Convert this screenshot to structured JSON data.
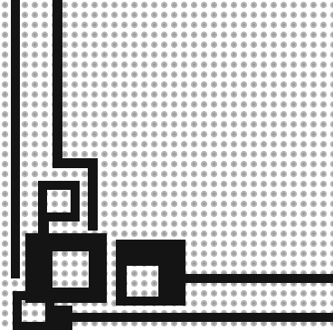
{
  "image": {
    "subject": "cross-stitch-corner-border-pattern",
    "colors": {
      "background": "#ffffff",
      "grid_dot": "#b5b5b5",
      "grid_dot_center": "#9a9a9a",
      "border_line": "#141414"
    },
    "border_direction": "bottom-left-corner",
    "ornament": "square-key-motif"
  }
}
